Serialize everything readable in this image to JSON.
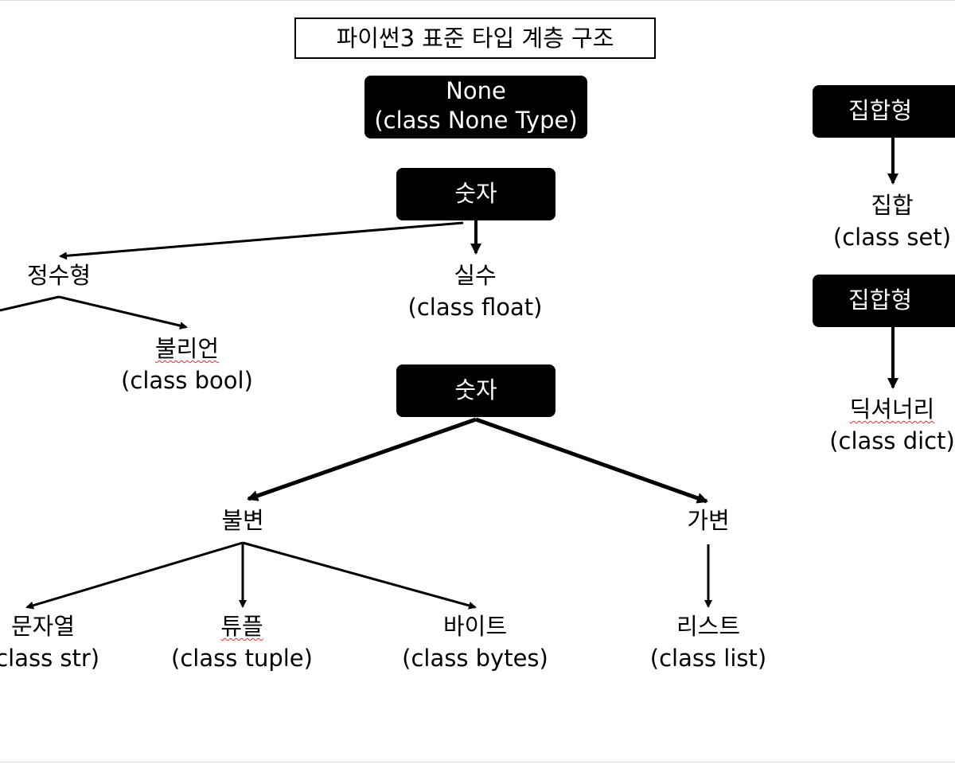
{
  "title": "파이썬3 표준 타입 계층 구조",
  "none_box": {
    "line1": "None",
    "line2": "(class None Type)"
  },
  "numeric_box": "숫자",
  "sequence_box": "숫자",
  "set_box": "집합형",
  "mapping_box": "집합형",
  "nodes": {
    "integer": {
      "name": "정수형"
    },
    "float": {
      "name": "실수",
      "cls": "(class float)"
    },
    "bool": {
      "name": "불리언",
      "cls": "(class bool)"
    },
    "immutable": {
      "name": "불변"
    },
    "mutable": {
      "name": "가변"
    },
    "str": {
      "name": "문자열",
      "cls": "(class str)"
    },
    "tuple": {
      "name": "튜플",
      "cls": "(class tuple)"
    },
    "bytes": {
      "name": "바이트",
      "cls": "(class bytes)"
    },
    "list": {
      "name": "리스트",
      "cls": "(class list)"
    },
    "set": {
      "name": "집합",
      "cls": "(class set)"
    },
    "dict": {
      "name": "딕셔너리",
      "cls": "(class dict)"
    }
  },
  "colors": {
    "box_fill": "#000000",
    "box_text": "#ffffff",
    "spellcheck_underline": "#e03030"
  }
}
